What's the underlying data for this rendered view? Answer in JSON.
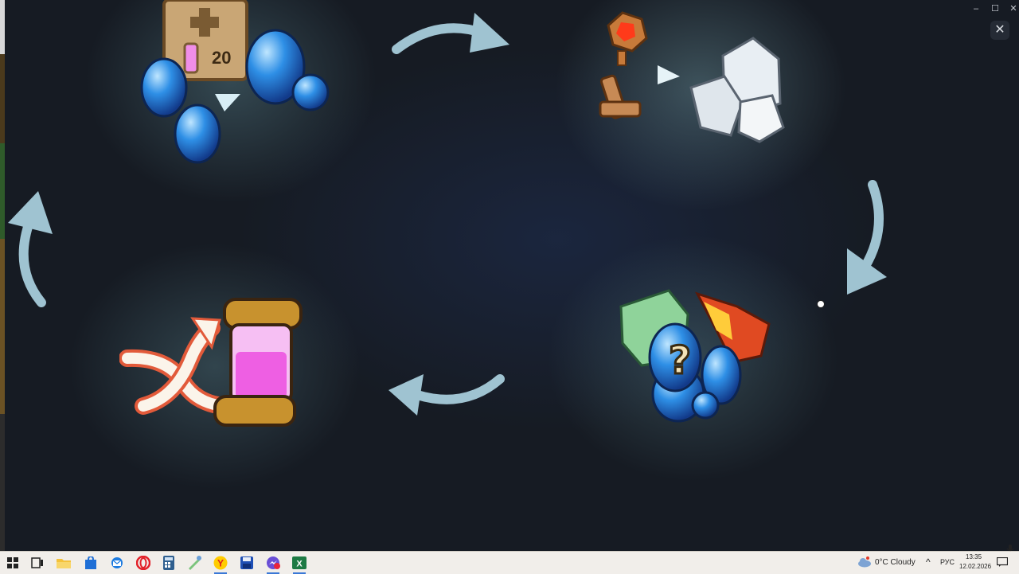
{
  "window": {
    "minimize_label": "–",
    "maximize_label": "☐",
    "close_label": "✕",
    "overlay_close_label": "✕"
  },
  "game": {
    "ticket_count": "20",
    "mystery_mark": "?"
  },
  "taskbar": {
    "apps": [
      {
        "name": "start",
        "icon": "windows-logo-icon"
      },
      {
        "name": "task-view",
        "icon": "task-view-icon"
      },
      {
        "name": "file-explorer",
        "icon": "folder-icon"
      },
      {
        "name": "store",
        "icon": "store-icon"
      },
      {
        "name": "mail",
        "icon": "mail-icon"
      },
      {
        "name": "opera",
        "icon": "opera-icon"
      },
      {
        "name": "calculator",
        "icon": "calculator-icon"
      },
      {
        "name": "paint",
        "icon": "paint-icon"
      },
      {
        "name": "yandex",
        "icon": "yandex-icon"
      },
      {
        "name": "save",
        "icon": "floppy-icon"
      },
      {
        "name": "messenger",
        "icon": "messenger-icon"
      },
      {
        "name": "excel",
        "icon": "excel-icon"
      }
    ],
    "weather": "0°C  Cloudy",
    "language": "РУС",
    "time": "13:35",
    "date": "12.02.2026"
  },
  "colors": {
    "accent": "#3a78d6",
    "taskbar_bg": "#f1eeea",
    "stage_bg": "#161b23",
    "arrow": "#9fc3d1"
  }
}
